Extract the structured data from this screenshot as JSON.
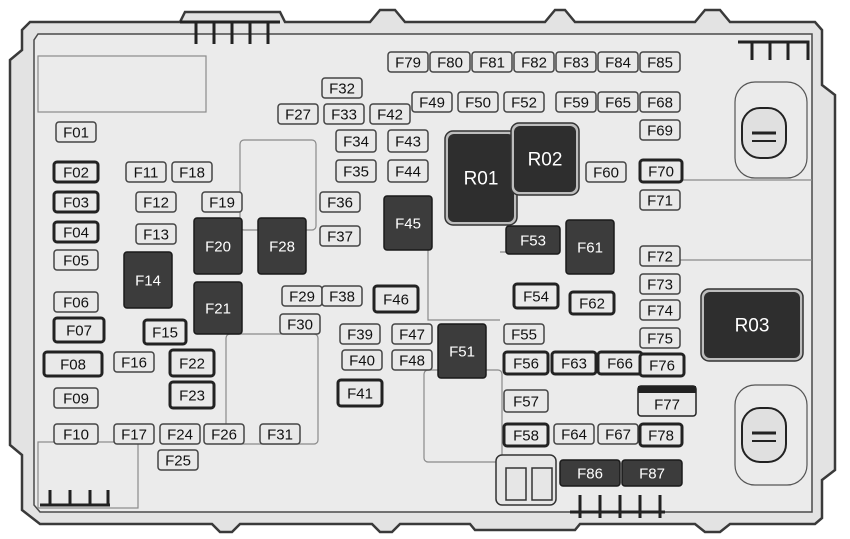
{
  "fuses": [
    {
      "label": "F79"
    },
    {
      "label": "F80"
    },
    {
      "label": "F81"
    },
    {
      "label": "F82"
    },
    {
      "label": "F83"
    },
    {
      "label": "F84"
    },
    {
      "label": "F85"
    },
    {
      "label": "F32"
    },
    {
      "label": "F49"
    },
    {
      "label": "F50"
    },
    {
      "label": "F52"
    },
    {
      "label": "F59"
    },
    {
      "label": "F65"
    },
    {
      "label": "F68"
    },
    {
      "label": "F27"
    },
    {
      "label": "F33"
    },
    {
      "label": "F42"
    },
    {
      "label": "F01"
    },
    {
      "label": "F69"
    },
    {
      "label": "F34"
    },
    {
      "label": "F43"
    },
    {
      "label": "F02"
    },
    {
      "label": "F11"
    },
    {
      "label": "F18"
    },
    {
      "label": "F35"
    },
    {
      "label": "F44"
    },
    {
      "label": "F60"
    },
    {
      "label": "F70"
    },
    {
      "label": "F03"
    },
    {
      "label": "F12"
    },
    {
      "label": "F19"
    },
    {
      "label": "F36"
    },
    {
      "label": "F71"
    },
    {
      "label": "F04"
    },
    {
      "label": "F13"
    },
    {
      "label": "F37"
    },
    {
      "label": "F53"
    },
    {
      "label": "F05"
    },
    {
      "label": "F72"
    },
    {
      "label": "F73"
    },
    {
      "label": "F06"
    },
    {
      "label": "F29"
    },
    {
      "label": "F38"
    },
    {
      "label": "F46"
    },
    {
      "label": "F54"
    },
    {
      "label": "F62"
    },
    {
      "label": "F74"
    },
    {
      "label": "F07"
    },
    {
      "label": "F15"
    },
    {
      "label": "F30"
    },
    {
      "label": "F39"
    },
    {
      "label": "F47"
    },
    {
      "label": "F55"
    },
    {
      "label": "F75"
    },
    {
      "label": "F08"
    },
    {
      "label": "F16"
    },
    {
      "label": "F22"
    },
    {
      "label": "F40"
    },
    {
      "label": "F48"
    },
    {
      "label": "F56"
    },
    {
      "label": "F63"
    },
    {
      "label": "F66"
    },
    {
      "label": "F76"
    },
    {
      "label": "F41"
    },
    {
      "label": "F23"
    },
    {
      "label": "F09"
    },
    {
      "label": "F57"
    },
    {
      "label": "F77"
    },
    {
      "label": "F10"
    },
    {
      "label": "F17"
    },
    {
      "label": "F24"
    },
    {
      "label": "F26"
    },
    {
      "label": "F31"
    },
    {
      "label": "F58"
    },
    {
      "label": "F64"
    },
    {
      "label": "F67"
    },
    {
      "label": "F78"
    },
    {
      "label": "F25"
    },
    {
      "label": "F86"
    },
    {
      "label": "F87"
    },
    {
      "label": "F14"
    },
    {
      "label": "F20"
    },
    {
      "label": "F28"
    },
    {
      "label": "F45"
    },
    {
      "label": "F21"
    },
    {
      "label": "F61"
    },
    {
      "label": "F51"
    }
  ],
  "relays": [
    {
      "label": "R01"
    },
    {
      "label": "R02"
    },
    {
      "label": "R03"
    }
  ],
  "colors": {
    "housing_fill": "#ebebeb",
    "housing_stroke": "#3a3a3a",
    "fuse_light": "#e9e9e9",
    "fuse_dark": "#3c3c3c",
    "relay_fill": "#2e2e2e"
  }
}
